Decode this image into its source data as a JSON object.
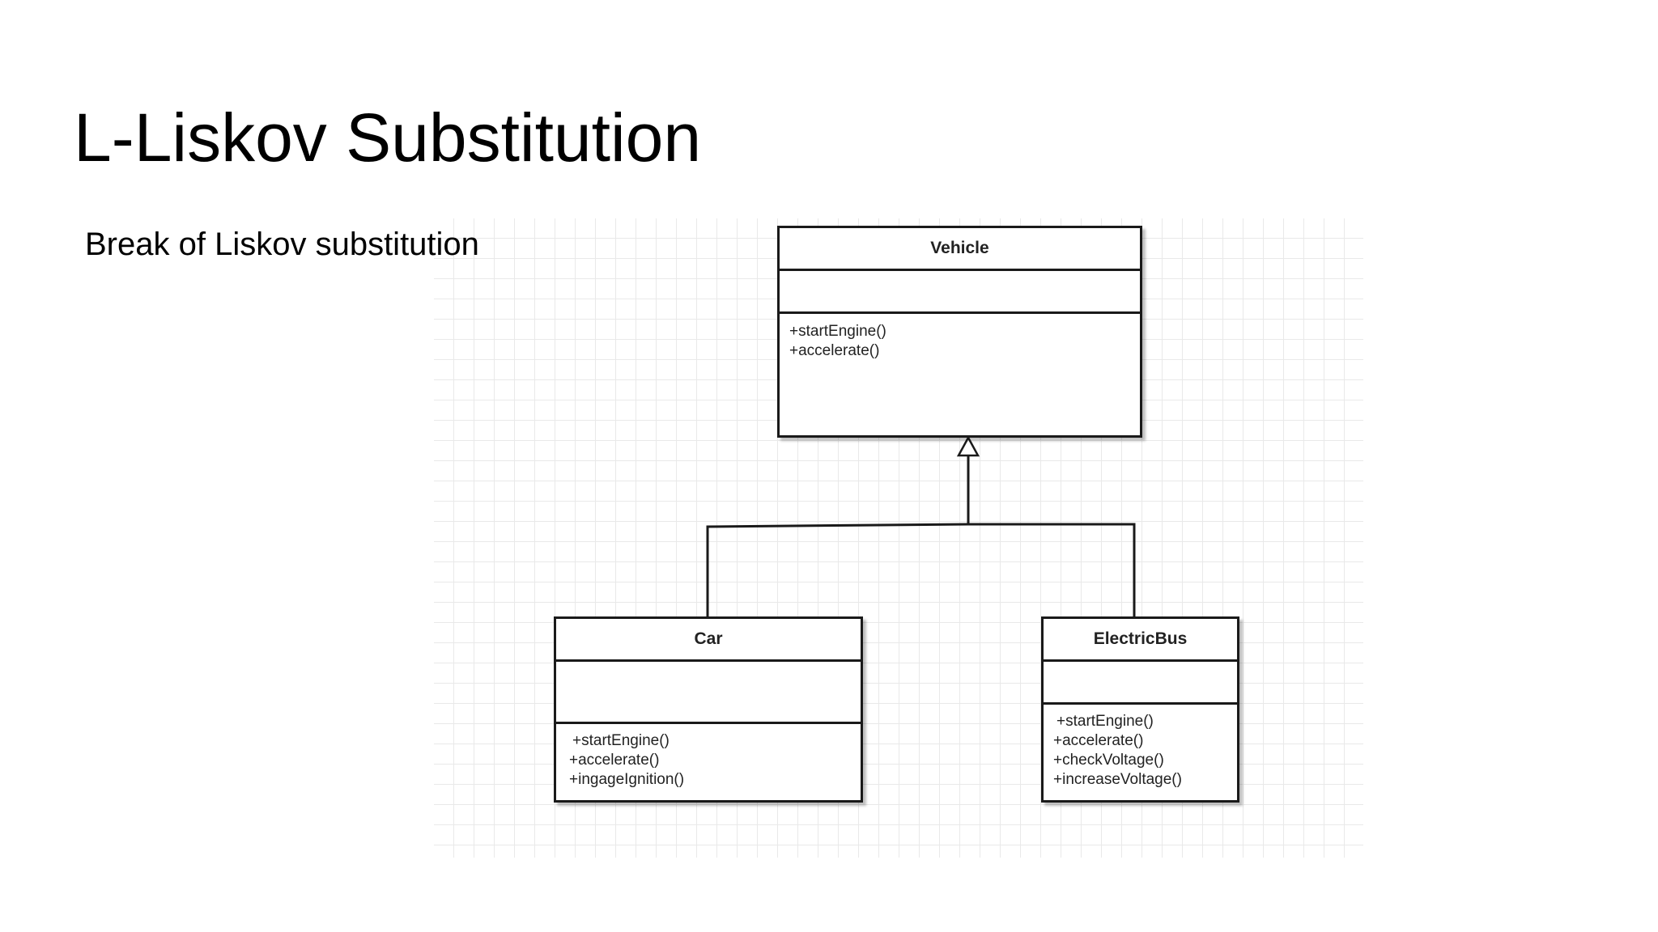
{
  "slide": {
    "title": "L-Liskov Substitution",
    "subtitle": "Break of Liskov substitution"
  },
  "diagram": {
    "classes": {
      "vehicle": {
        "name": "Vehicle",
        "methods": [
          "+startEngine()",
          "+accelerate()"
        ]
      },
      "car": {
        "name": "Car",
        "methods": [
          "+startEngine()",
          "+accelerate()",
          "+ingageIgnition()"
        ]
      },
      "electric_bus": {
        "name": "ElectricBus",
        "methods": [
          "+startEngine()",
          "+accelerate()",
          "+checkVoltage()",
          "+increaseVoltage()"
        ]
      }
    },
    "relations": [
      {
        "type": "generalization",
        "from": "Car",
        "to": "Vehicle"
      },
      {
        "type": "generalization",
        "from": "ElectricBus",
        "to": "Vehicle"
      }
    ],
    "colors": {
      "line": "#1a1a1a",
      "grid": "#e9e9e9"
    }
  }
}
